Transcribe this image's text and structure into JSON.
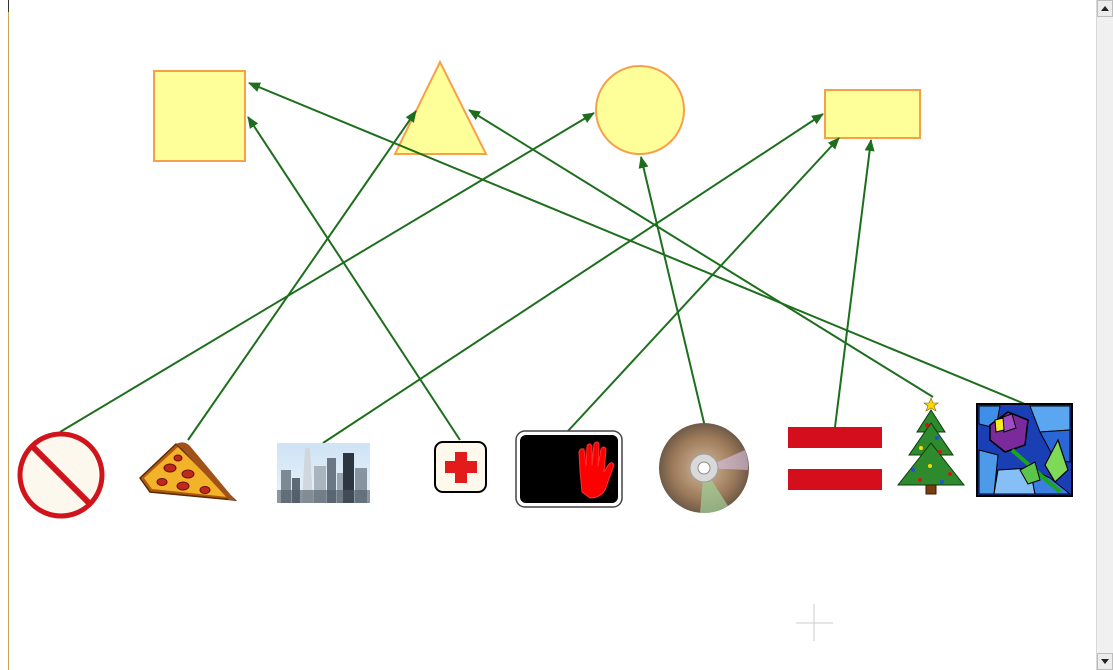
{
  "colors": {
    "shape_fill": "#ffff99",
    "shape_stroke": "#f7a04a",
    "arrow": "#1d6e1d",
    "crosshair": "#cccccc"
  },
  "targets": [
    {
      "name": "square-target",
      "shape": "square"
    },
    {
      "name": "triangle-target",
      "shape": "triangle"
    },
    {
      "name": "circle-target",
      "shape": "circle"
    },
    {
      "name": "rectangle-target",
      "shape": "rectangle"
    }
  ],
  "icons": [
    {
      "name": "no-symbol-icon"
    },
    {
      "name": "pizza-slice-icon"
    },
    {
      "name": "city-skyline-icon"
    },
    {
      "name": "first-aid-icon"
    },
    {
      "name": "stop-hand-icon"
    },
    {
      "name": "cd-disc-icon"
    },
    {
      "name": "austria-flag-icon"
    },
    {
      "name": "christmas-tree-icon"
    },
    {
      "name": "stained-glass-flower-icon"
    }
  ],
  "connections": [
    {
      "from": "no-symbol-icon",
      "to": "circle-target"
    },
    {
      "from": "pizza-slice-icon",
      "to": "triangle-target"
    },
    {
      "from": "city-skyline-icon",
      "to": "rectangle-target"
    },
    {
      "from": "first-aid-icon",
      "to": "square-target"
    },
    {
      "from": "stop-hand-icon",
      "to": "rectangle-target"
    },
    {
      "from": "cd-disc-icon",
      "to": "circle-target"
    },
    {
      "from": "austria-flag-icon",
      "to": "rectangle-target"
    },
    {
      "from": "christmas-tree-icon",
      "to": "triangle-target"
    },
    {
      "from": "stained-glass-flower-icon",
      "to": "square-target"
    }
  ]
}
